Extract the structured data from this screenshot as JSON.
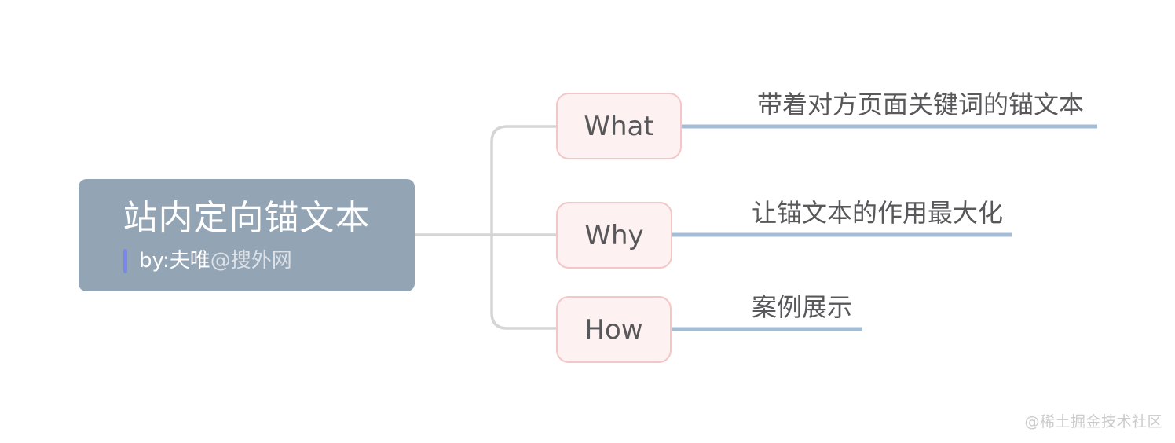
{
  "root": {
    "title": "站内定向锚文本",
    "subtitle_main": "by:夫唯",
    "subtitle_suffix": "@搜外网",
    "fill": "#93a4b5",
    "text_color": "#ffffff",
    "accent_bar_color": "#7b85f2"
  },
  "branches": [
    {
      "label": "What",
      "leaf": "带着对方页面关键词的锚文本"
    },
    {
      "label": "Why",
      "leaf": "让锚文本的作用最大化"
    },
    {
      "label": "How",
      "leaf": "案例展示"
    }
  ],
  "colors": {
    "topic_fill": "#fdf1f1",
    "topic_border": "#f2c7c7",
    "topic_text": "#58585a",
    "leaf_text": "#58585a",
    "connector_gray": "#d5d5d5",
    "branch_line_blue": "#a4bdd6"
  },
  "watermark": "@稀土掘金技术社区"
}
